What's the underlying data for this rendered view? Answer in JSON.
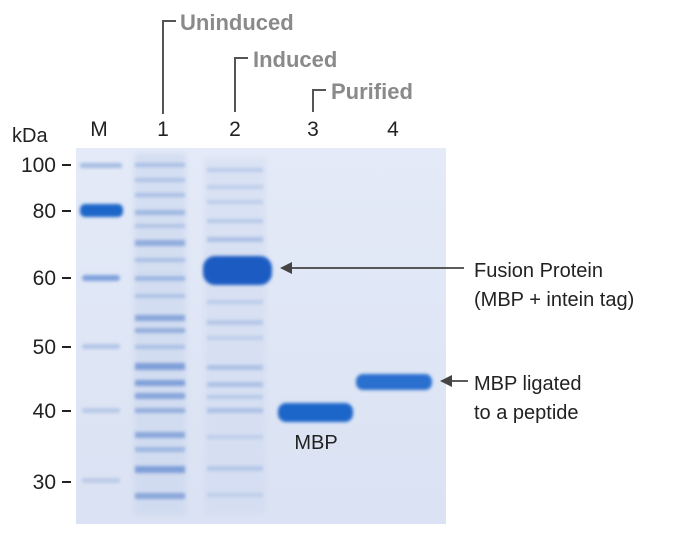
{
  "gel": {
    "unit": "kDa",
    "markers": [
      "100",
      "80",
      "60",
      "50",
      "40",
      "30"
    ],
    "lanes": [
      "M",
      "1",
      "2",
      "3",
      "4"
    ],
    "samples": [
      "Uninduced",
      "Induced",
      "Purified"
    ],
    "annotations": {
      "fusion_line1": "Fusion Protein",
      "fusion_line2": "(MBP + intein tag)",
      "ligated_line1": "MBP ligated",
      "ligated_line2": "to a peptide",
      "mbp": "MBP"
    }
  },
  "colors": {
    "gel_background": "#dfe6f5",
    "band": "#1f66c9",
    "sample_label": "#8a8a8a",
    "text": "#222222"
  }
}
